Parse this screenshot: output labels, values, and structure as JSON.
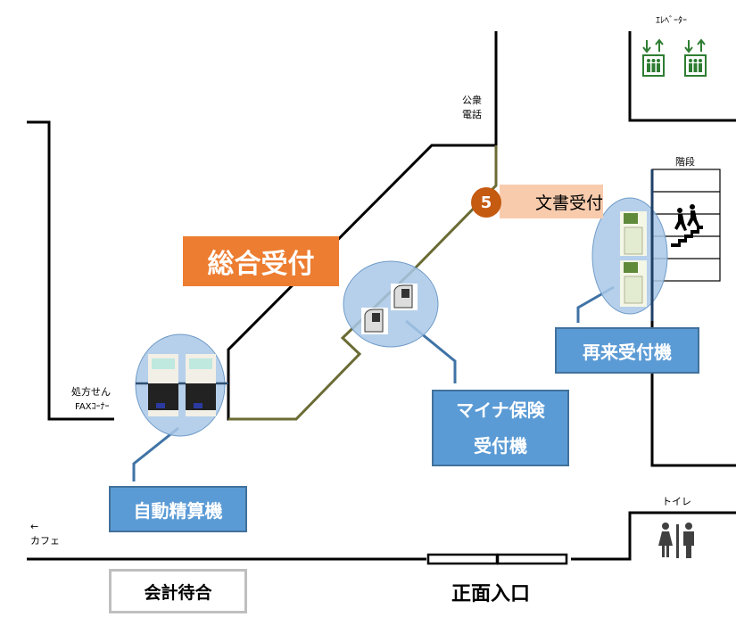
{
  "title": "受付エリア案内図",
  "colors": {
    "wall": "#000000",
    "route": "#6b6b35",
    "machine_circle": "#a9c8e8",
    "machine_label_bg": "#5b9bd5",
    "machine_label_border": "#41719c",
    "reception_bg": "#ed7d31",
    "document_label_bg": "#f8cbad",
    "badge_bg": "#c55a11",
    "icon_green": "#2e7d32",
    "restroom_icon": "#404040",
    "waiting_border": "#bfbfbf"
  },
  "facilities": {
    "elevator": {
      "label": "ｴﾚﾍﾞｰﾀｰ",
      "icon": "elevator-icon",
      "count": 2
    },
    "public_phone": {
      "line1": "公衆",
      "line2": "電話"
    },
    "stairs": {
      "label": "階段",
      "icon": "stairs-icon"
    },
    "fax_corner": {
      "line1": "処方せん",
      "line2": "FAXｺｰﾅｰ"
    },
    "cafe": {
      "arrow": "←",
      "label": "カフェ"
    },
    "restroom": {
      "label": "トイレ",
      "icon": "restroom-icon"
    }
  },
  "counters": {
    "general_reception": {
      "label": "総合受付"
    },
    "document_reception": {
      "number": "5",
      "label": "文書受付"
    }
  },
  "machines": {
    "auto_payment": {
      "label": "自動精算機",
      "icon": "payment-machine-icon",
      "count": 2
    },
    "my_number_insurance": {
      "line1": "マイナ保険",
      "line2": "受付機",
      "icon": "card-reader-icon",
      "count": 2
    },
    "return_visit": {
      "label": "再来受付機",
      "icon": "reception-kiosk-icon",
      "count": 2
    }
  },
  "areas": {
    "payment_waiting": {
      "label": "会計待合"
    },
    "main_entrance": {
      "label": "正面入口"
    }
  }
}
